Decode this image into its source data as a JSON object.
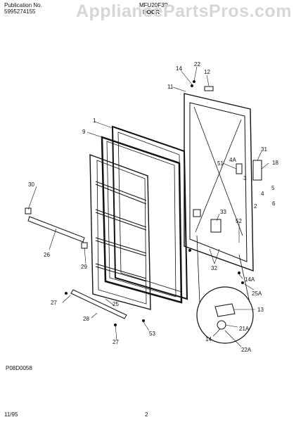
{
  "header": {
    "publication_label": "Publication No.",
    "publication_number": "5995274155",
    "model": "MFU20F3B",
    "section_title": "DOOR",
    "watermark": "AppliancePartsPros.com"
  },
  "figure": {
    "code": "P08D0058"
  },
  "callouts": [
    "22",
    "14",
    "12",
    "11",
    "1",
    "9",
    "31",
    "18",
    "51",
    "4A",
    "3",
    "5",
    "4",
    "2",
    "6",
    "30",
    "33",
    "52",
    "26",
    "29",
    "32",
    "14A",
    "25A",
    "13",
    "21A",
    "14",
    "22A",
    "27",
    "25",
    "28",
    "27",
    "53"
  ],
  "footer": {
    "date": "11/95",
    "page": "2"
  }
}
